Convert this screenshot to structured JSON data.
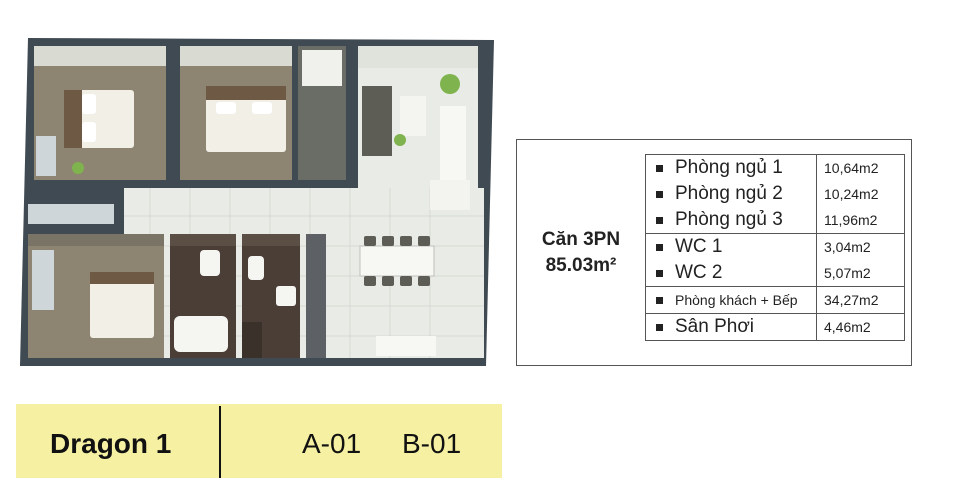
{
  "unit_summary": {
    "type": "Căn 3PN",
    "total_area": "85.03m²"
  },
  "rooms": [
    {
      "name": "Phòng ngủ 1",
      "area": "10,64m2"
    },
    {
      "name": "Phòng ngủ 2",
      "area": "10,24m2"
    },
    {
      "name": "Phòng ngủ 3",
      "area": "11,96m2"
    },
    {
      "name": "WC 1",
      "area": "3,04m2"
    },
    {
      "name": "WC 2",
      "area": "5,07m2"
    },
    {
      "name": "Phòng khách + Bếp",
      "area": "34,27m2"
    },
    {
      "name": "Sân Phơi",
      "area": "4,46m2"
    }
  ],
  "banner": {
    "building": "Dragon 1",
    "unit_a": "A-01",
    "unit_b": "B-01",
    "background": "#f6f1a2"
  },
  "colors": {
    "wall": "#3f4a52",
    "floor_tile": "#e9ebe6",
    "bedroom_floor": "#8d8571",
    "bathroom_tile": "#4a3e36"
  }
}
